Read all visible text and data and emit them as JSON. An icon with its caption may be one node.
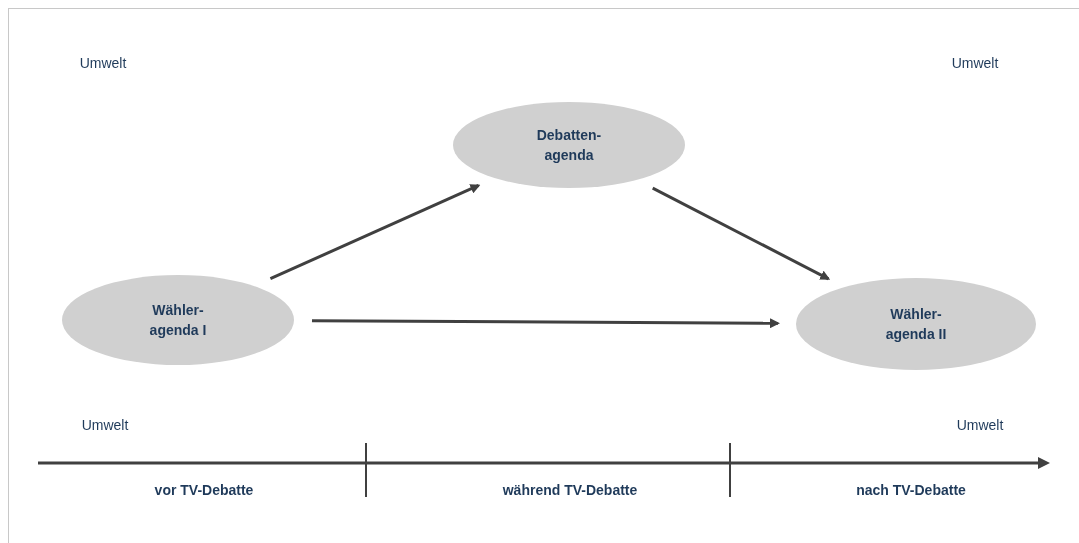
{
  "diagram": {
    "nodes": [
      {
        "text": [
          "Debatten- agenda"
        ]
      },
      {
        "text": [
          "Wähler- agenda I"
        ]
      },
      {
        "text": [
          "Wähler- agenda II"
        ]
      }
    ],
    "edges": [
      {
        "from": 1,
        "to": 0,
        "arrow": "to"
      },
      {
        "from": 0,
        "to": 2,
        "arrow": "to"
      },
      {
        "from": 1,
        "to": 2,
        "arrow": "to"
      }
    ],
    "labels": [
      "Umwelt",
      "Umwelt",
      "Umwelt",
      "Umwelt",
      "vor TV-Debatte",
      "während TV-Debatte",
      "nach TV-Debatte"
    ]
  }
}
